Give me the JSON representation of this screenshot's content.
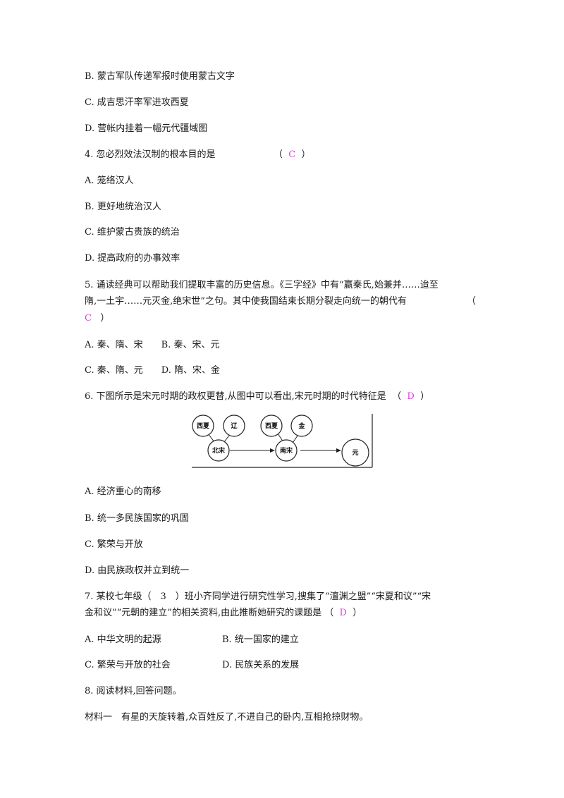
{
  "lines": {
    "q3b": "B. 蒙古军队传递军报时使用蒙古文字",
    "q3c": "C. 成吉思汗率军进攻西夏",
    "q3d": "D. 营帐内挂着一幅元代疆域图",
    "q4_stem": "4. 忽必烈效法汉制的根本目的是",
    "q4_open": "（",
    "q4_answer": "C",
    "q4_close": "）",
    "q4a": "A. 笼络汉人",
    "q4b": "B. 更好地统治汉人",
    "q4c": "C. 维护蒙古贵族的统治",
    "q4d": "D. 提高政府的办事效率",
    "q5_line1": "5. 诵读经典可以帮助我们提取丰富的历史信息。《三字经》中有“嬴秦氏,始兼并……迨至",
    "q5_line2": "隋,一土宇……元灭金,绝宋世”之句。其中使我国结束长期分裂走向统一的朝代有",
    "q5_open": "（",
    "q5_answer": "C",
    "q5_close": "）",
    "q5ab": "A. 秦、隋、宋　　B. 秦、宋、元",
    "q5cd": "C. 秦、隋、元　　D. 隋、宋、金",
    "q6_stem": "6. 下图所示是宋元时期的政权更替,从图中可以看出,宋元时期的时代特征是",
    "q6_open": "（",
    "q6_answer": "D",
    "q6_close": "）",
    "q6a": "A. 经济重心的南移",
    "q6b": "B. 统一多民族国家的巩固",
    "q6c": "C. 繁荣与开放",
    "q6d": "D. 由民族政权并立到统一",
    "q7_line1": "7. 某校七年级（　3　）班小齐同学进行研究性学习,搜集了“澶渊之盟”“宋夏和议”“宋",
    "q7_line2": "金和议”“元朝的建立”的相关资料,由此推断她研究的课题是",
    "q7_open": "（",
    "q7_answer": "D",
    "q7_close": "）",
    "q7a": "A. 中华文明的起源",
    "q7b": "B. 统一国家的建立",
    "q7c": "C. 繁荣与开放的社会",
    "q7d": "D. 民族关系的发展",
    "q8_stem": "8. 阅读材料,回答问题。",
    "q8_m1": "材料一　有星的天旋转着,众百姓反了,不进自己的卧内,互相抢掠财物。"
  },
  "diagram": {
    "xixia1": "西夏",
    "liao": "辽",
    "xixia2": "西夏",
    "jin": "金",
    "beisong": "北宋",
    "nansong": "南宋",
    "yuan": "元"
  }
}
